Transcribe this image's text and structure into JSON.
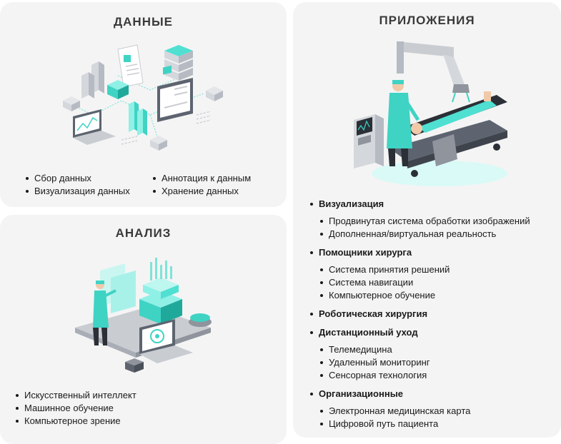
{
  "data_card": {
    "title": "ДАННЫЕ",
    "col1": [
      "Сбор данных",
      "Визуализация данных"
    ],
    "col2": [
      "Аннотация к данным",
      "Хранение данных"
    ]
  },
  "analysis_card": {
    "title": "АНАЛИЗ",
    "items": [
      "Искусственный интеллект",
      "Машинное обучение",
      "Компьютерное зрение"
    ]
  },
  "apps_card": {
    "title": "ПРИЛОЖЕНИЯ",
    "sections": [
      {
        "title": "Визуализация",
        "items": [
          "Продвинутая система обработки изображений",
          "Дополненная/виртуальная реальность"
        ]
      },
      {
        "title": "Помощники хирурга",
        "items": [
          "Система принятия решений",
          "Система навигации",
          "Компьютерное обучение"
        ]
      },
      {
        "title": "Роботическая хирургия",
        "items": []
      },
      {
        "title": "Дистанционный уход",
        "items": [
          "Телемедицина",
          "Удаленный мониторинг",
          "Сенсорная технология"
        ]
      },
      {
        "title": "Организационные",
        "items": [
          "Электронная медицинская карта",
          "Цифровой путь пациента"
        ]
      }
    ]
  },
  "colors": {
    "accent": "#3fd3c4",
    "accent_dark": "#1fa99b",
    "grey": "#c9ccd1",
    "grey_dark": "#5d6470",
    "card_bg": "#f4f4f4"
  }
}
